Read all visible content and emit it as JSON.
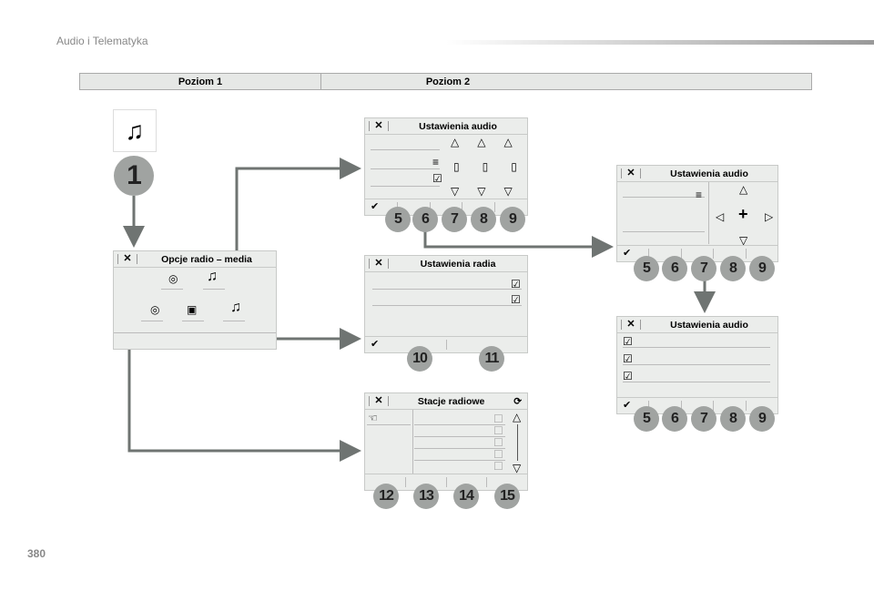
{
  "header": {
    "section": "Audio i Telematyka",
    "page_number": "380"
  },
  "levels": {
    "level1": "Poziom 1",
    "level2": "Poziom 2"
  },
  "step1": "1",
  "panels": {
    "options": {
      "title": "Opcje radio – media"
    },
    "audio_settings": {
      "title": "Ustawienia audio",
      "callouts": [
        "5",
        "6",
        "7",
        "8",
        "9"
      ]
    },
    "radio_settings": {
      "title": "Ustawienia radia",
      "callouts": [
        "10",
        "11"
      ]
    },
    "stations": {
      "title": "Stacje radiowe",
      "callouts": [
        "12",
        "13",
        "14",
        "15"
      ]
    },
    "audio_settings_2": {
      "title": "Ustawienia audio",
      "callouts": [
        "5",
        "6",
        "7",
        "8",
        "9"
      ]
    },
    "audio_settings_3": {
      "title": "Ustawienia audio",
      "callouts": [
        "5",
        "6",
        "7",
        "8",
        "9"
      ]
    }
  },
  "colors": {
    "panel_bg": "#ebedeb",
    "connector": "#6f7472",
    "callout": "#a0a3a1"
  }
}
